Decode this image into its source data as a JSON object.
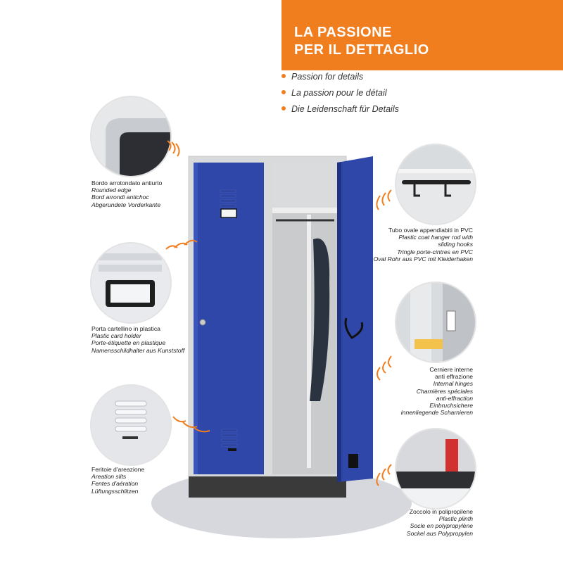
{
  "banner": {
    "line1": "LA PASSIONE",
    "line2": "PER IL DETTAGLIO"
  },
  "taglines": [
    "Passion for details",
    "La passion pour le détail",
    "Die Leidenschaft für Details"
  ],
  "features": {
    "edge": [
      "Bordo arrotondato antiurto",
      "Rounded edge",
      "Bord arrondi antichoc",
      "Abgerundete Vorderkante"
    ],
    "card_holder": [
      "Porta cartellino in plastica",
      "Plastic card holder",
      "Porte-étiquette en plastique",
      "Namensschildhalter aus Kunststoff"
    ],
    "vents": [
      "Feritoie d'areazione",
      "Areation slits",
      "Fentes d'aération",
      "Lüftungsschlitzen"
    ],
    "hanger": [
      "Tubo ovale appendiabiti in PVC",
      "Plastic coat hanger rod with",
      "sliding hooks",
      "Tringle porte-cintres en PVC",
      "Oval Rohr aus PVC mit Kleiderhaken"
    ],
    "hinges": [
      "Cerniere interne",
      "anti effrazione",
      "Internal hinges",
      "Charnières spéciales",
      "anti-effraction",
      "Einbruchsichere",
      "innenliegende Scharnieren"
    ],
    "plinth": [
      "Zoccolo in polipropilene",
      "Plastic plinth",
      "Socle  en polypropylène",
      "Sockel aus Polypropylen"
    ]
  },
  "colors": {
    "accent": "#f07e1f",
    "door_blue": "#2e47a8",
    "body_grey": "#d9dadb"
  },
  "icons": {
    "bullet": "orange-dot-icon",
    "connector": "sound-wave-icon"
  }
}
